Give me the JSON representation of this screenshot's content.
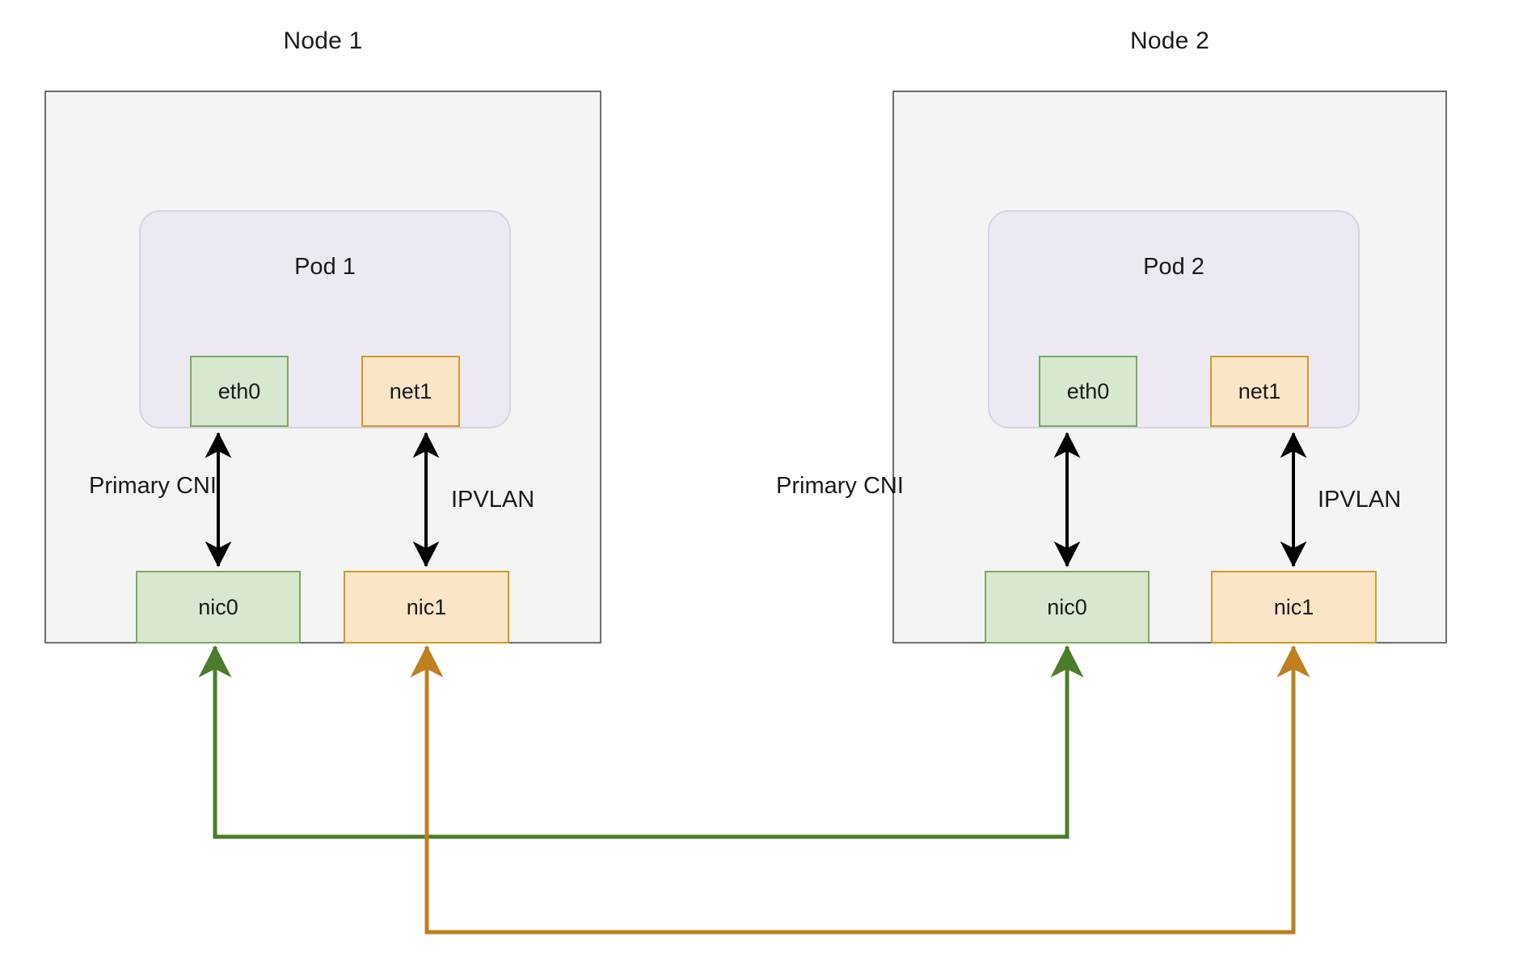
{
  "diagram": {
    "title": "Kubernetes multi-node IPVLAN secondary network topology",
    "colors": {
      "node_fill": "#f4f4f4",
      "node_border": "#6e6e73",
      "pod_fill": "#ece9f2",
      "pod_border": "#d8d0e4",
      "green_fill": "#d8e7cf",
      "green_border": "#7da862",
      "orange_fill": "#fae5c7",
      "orange_border": "#d09a28",
      "green_link": "#4b7c2a",
      "orange_link": "#bf7f1f",
      "arrow_black": "#000000"
    }
  },
  "nodes": [
    {
      "title": "Node 1",
      "pod": {
        "label": "Pod 1",
        "interfaces": [
          {
            "name": "eth0",
            "kind": "green"
          },
          {
            "name": "net1",
            "kind": "orange"
          }
        ]
      },
      "host_interfaces": [
        {
          "name": "nic0",
          "kind": "green"
        },
        {
          "name": "nic1",
          "kind": "orange"
        }
      ],
      "edge_labels": [
        {
          "text": "Primary CNI",
          "for": "eth0"
        },
        {
          "text": "IPVLAN",
          "for": "net1"
        }
      ]
    },
    {
      "title": "Node 2",
      "pod": {
        "label": "Pod 2",
        "interfaces": [
          {
            "name": "eth0",
            "kind": "green"
          },
          {
            "name": "net1",
            "kind": "orange"
          }
        ]
      },
      "host_interfaces": [
        {
          "name": "nic0",
          "kind": "green"
        },
        {
          "name": "nic1",
          "kind": "orange"
        }
      ],
      "edge_labels": [
        {
          "text": "Primary CNI",
          "for": "eth0"
        },
        {
          "text": "IPVLAN",
          "for": "net1"
        }
      ]
    }
  ],
  "links": [
    {
      "name": "nic0-to-nic0",
      "color": "#4b7c2a",
      "from": "Node 1 nic0",
      "to": "Node 2 nic0"
    },
    {
      "name": "nic1-to-nic1",
      "color": "#bf7f1f",
      "from": "Node 1 nic1",
      "to": "Node 2 nic1"
    }
  ]
}
